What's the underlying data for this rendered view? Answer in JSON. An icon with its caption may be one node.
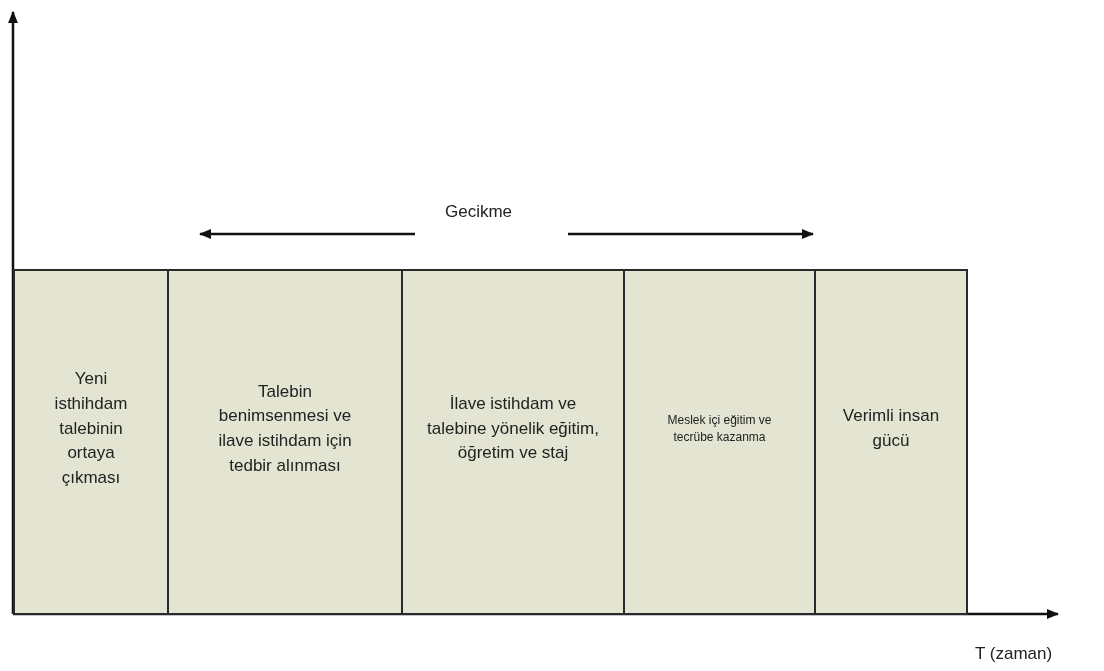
{
  "diagram": {
    "nodes": [
      {
        "text": [
          "Yeni isthihdam talebinin ortaya çıkması"
        ]
      },
      {
        "text": [
          "Talebin benimsenmesi ve ilave istihdam için tedbir alınması"
        ]
      },
      {
        "text": [
          "İlave istihdam ve talebine yönelik eğitim, öğretim ve staj"
        ]
      },
      {
        "text": [
          "Meslek içi eğitim ve tecrübe kazanma"
        ]
      },
      {
        "text": [
          "Verimli insan gücü"
        ]
      }
    ],
    "labels": [
      "Gecikme",
      "T (zaman)"
    ]
  }
}
